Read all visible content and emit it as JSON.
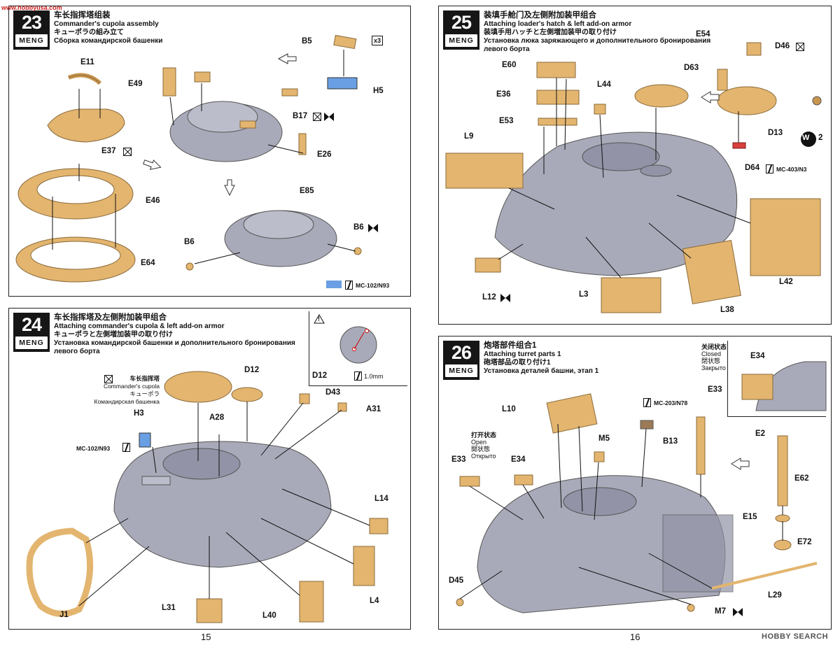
{
  "watermark_top": "www.hobbyusa.com",
  "watermark_bottom": "HOBBY SEARCH",
  "brand": "MENG",
  "pages": {
    "left": "15",
    "right": "16"
  },
  "colors": {
    "gray": "#a9aab9",
    "gray_dark": "#8c8d9f",
    "yellow": "#e3b56f",
    "yellow_dark": "#c9954e",
    "clear_blue": "#6a9fe3"
  },
  "steps": [
    {
      "number": "23",
      "zh": "车长指挥塔组装",
      "en": "Commander's cupola assembly",
      "jp": "キューポラの組み立て",
      "ru": "Сборка командирской башенки",
      "labels": [
        "E11",
        "E37",
        "E46",
        "E64",
        "E49",
        "B5",
        "x3",
        "H5",
        "B17",
        "E26",
        "E85",
        "B6",
        "B6"
      ],
      "paint": {
        "code": "MC-102/N93"
      }
    },
    {
      "number": "24",
      "zh": "车长指挥塔及左侧附加装甲组合",
      "en": "Attaching commander's cupola & left add-on armor",
      "jp": "キューポラと左側増加装甲の取り付け",
      "ru": "Установка командирской башенки и дополнительного бронирования левого борта",
      "labels": [
        "D12",
        "D43",
        "A31",
        "A28",
        "H3",
        "L14",
        "L4",
        "L40",
        "L31",
        "J1",
        "D12"
      ],
      "cupola": {
        "zh": "车长指挥塔",
        "en": "Commander's cupola",
        "jp": "キューポラ",
        "ru": "Командирская башенка"
      },
      "paint": {
        "code": "MC-102/N93"
      },
      "drill": {
        "size": "1.0mm"
      },
      "warning": "!"
    },
    {
      "number": "25",
      "zh": "装填手舱门及左侧附加装甲组合",
      "en": "Attaching loader's hatch & left add-on armor",
      "jp": "装填手用ハッチと左側増加装甲の取り付け",
      "ru": "Установка люка заряжающего и дополнительного бронирования левого борта",
      "labels": [
        "E54",
        "D46",
        "D63",
        "D13",
        "E60",
        "E36",
        "E53",
        "L9",
        "L44",
        "L12",
        "L3",
        "L38",
        "L42",
        "D64"
      ],
      "w_label": "W",
      "w_count": "2",
      "paint": {
        "code": "MC-403/N3"
      }
    },
    {
      "number": "26",
      "zh": "炮塔部件组合1",
      "en": "Attaching turret parts 1",
      "jp": "砲塔部品の取り付け1",
      "ru": "Установка деталей башни, этап 1",
      "labels": [
        "E34",
        "E33",
        "L10",
        "M5",
        "B13",
        "E2",
        "E62",
        "E15",
        "E72",
        "E33",
        "E34",
        "D45",
        "L29",
        "M7"
      ],
      "closed": {
        "zh": "关闭状态",
        "en": "Closed",
        "jp": "閉状態",
        "ru": "Закрыто"
      },
      "open": {
        "zh": "打开状态",
        "en": "Open",
        "jp": "開状態",
        "ru": "Открыто"
      },
      "paint": {
        "code": "MC-203/N78"
      }
    }
  ]
}
